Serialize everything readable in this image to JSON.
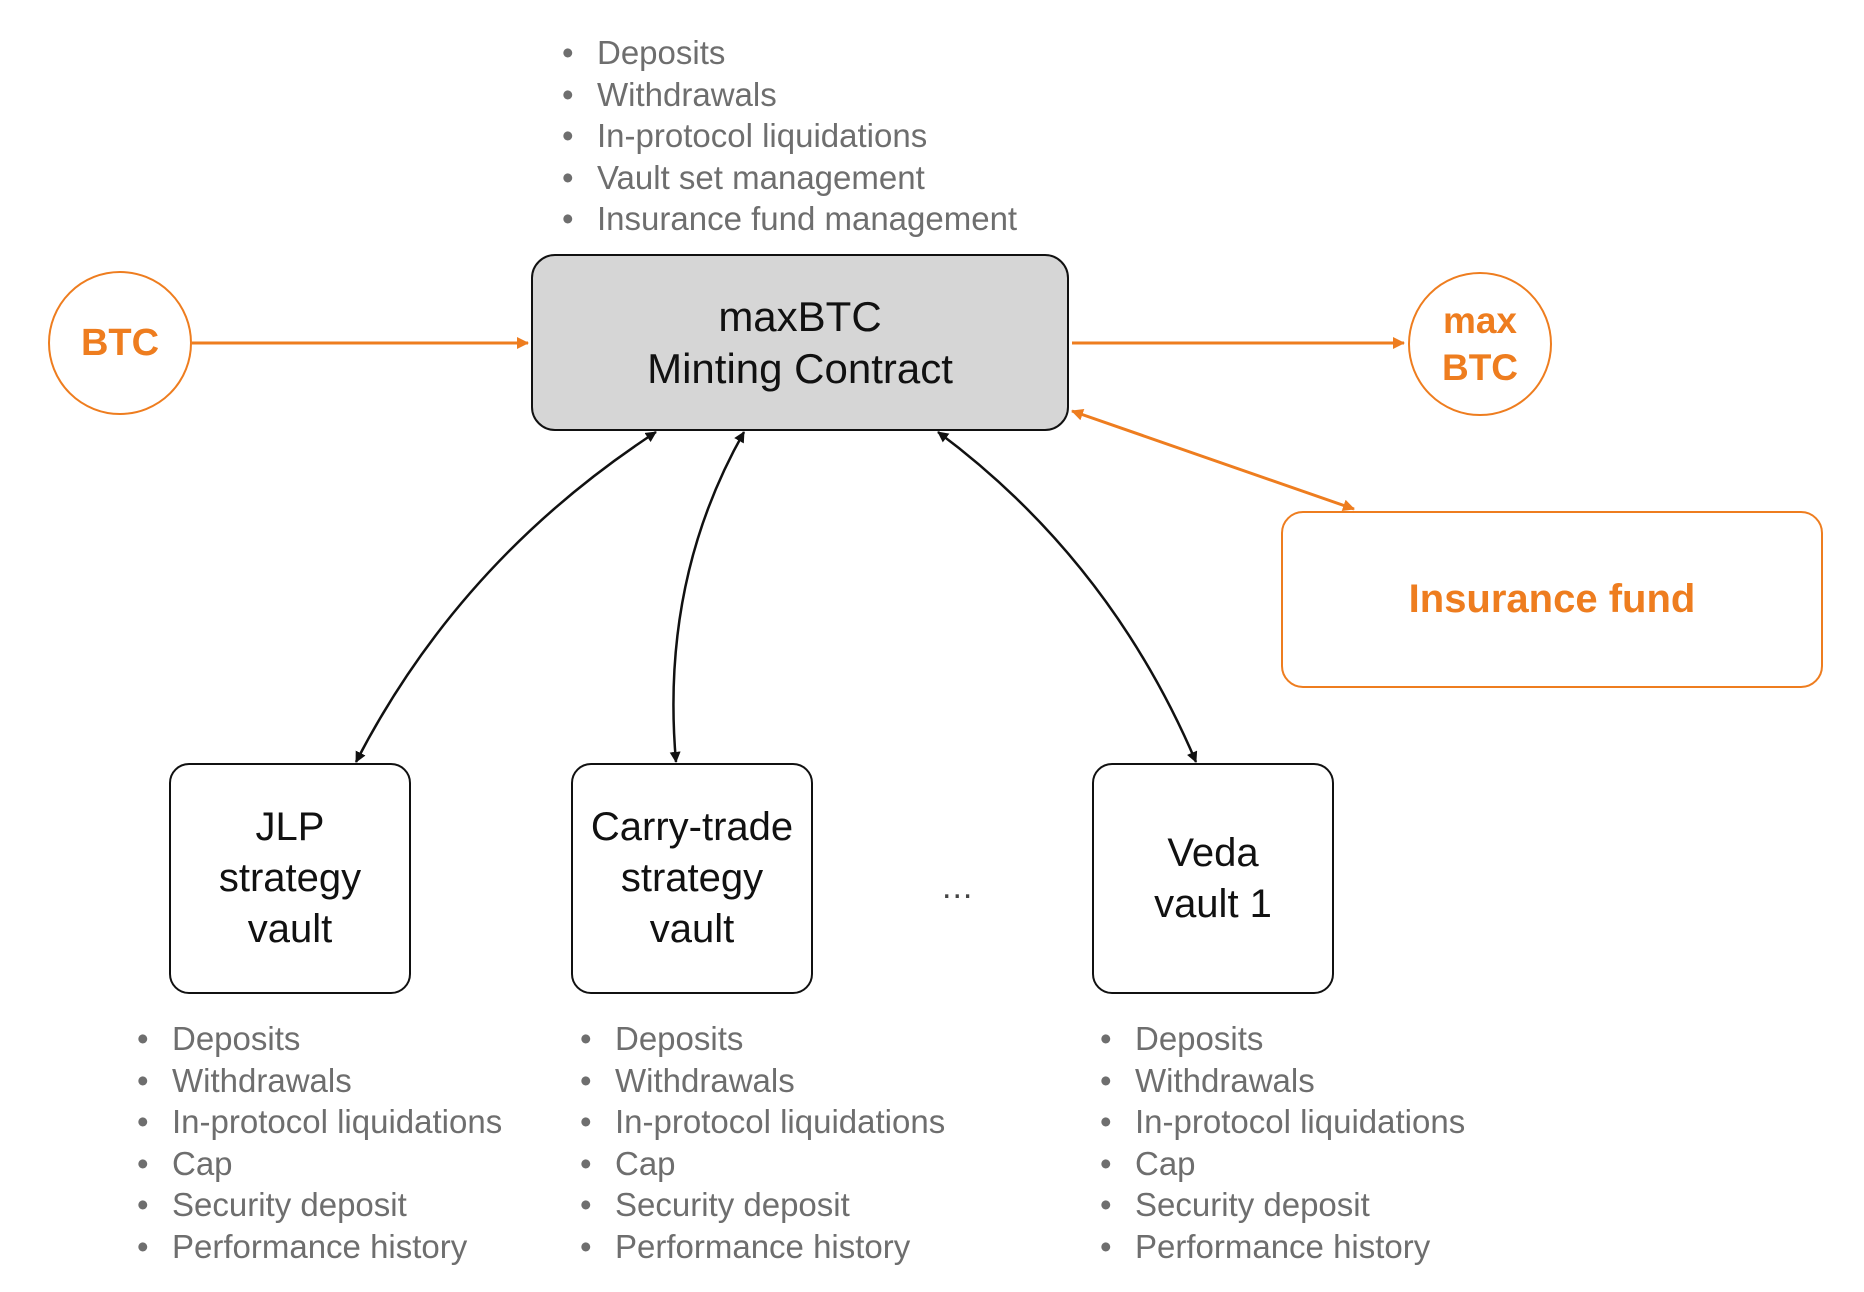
{
  "contract": {
    "lines": [
      "maxBTC",
      "Minting Contract"
    ],
    "features": [
      "Deposits",
      "Withdrawals",
      "In-protocol liquidations",
      "Vault set management",
      "Insurance fund management"
    ]
  },
  "input_token": {
    "label": "BTC"
  },
  "output_token": {
    "lines": [
      "max",
      "BTC"
    ]
  },
  "insurance_fund": {
    "label": "Insurance fund"
  },
  "vaults": [
    {
      "lines": [
        "JLP",
        "strategy",
        "vault"
      ],
      "features": [
        "Deposits",
        "Withdrawals",
        "In-protocol liquidations",
        "Cap",
        "Security deposit",
        "Performance history"
      ]
    },
    {
      "lines": [
        "Carry-trade",
        "strategy",
        "vault"
      ],
      "features": [
        "Deposits",
        "Withdrawals",
        "In-protocol liquidations",
        "Cap",
        "Security deposit",
        "Performance history"
      ]
    },
    {
      "lines": [
        "Veda",
        "vault 1"
      ],
      "features": [
        "Deposits",
        "Withdrawals",
        "In-protocol liquidations",
        "Cap",
        "Security deposit",
        "Performance history"
      ]
    }
  ],
  "ellipsis": "...",
  "colors": {
    "accent": "#ee7d1f",
    "contract_fill": "#d6d6d6",
    "bullet_text": "#6e6e6e",
    "stroke": "#111111"
  }
}
